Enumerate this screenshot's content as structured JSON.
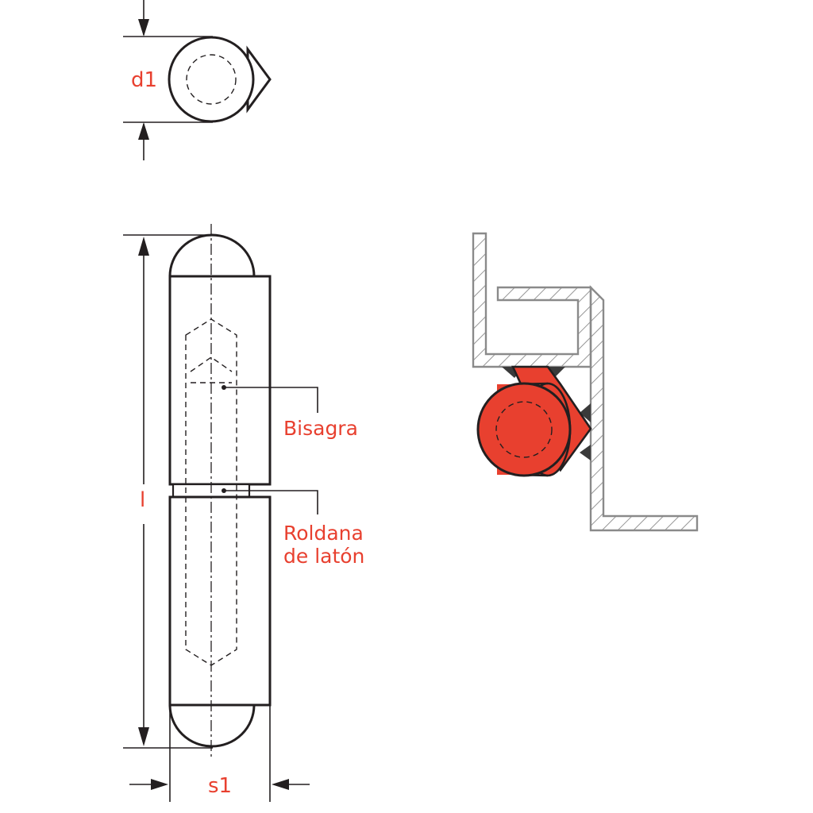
{
  "labels": {
    "diameter": "d1",
    "length": "l",
    "width": "s1",
    "hinge": "Bisagra",
    "washer_line1": "Roldana",
    "washer_line2": "de latón"
  },
  "colors": {
    "accent": "#e8402f",
    "outline": "#231f20",
    "profile": "#8a8a8a"
  }
}
